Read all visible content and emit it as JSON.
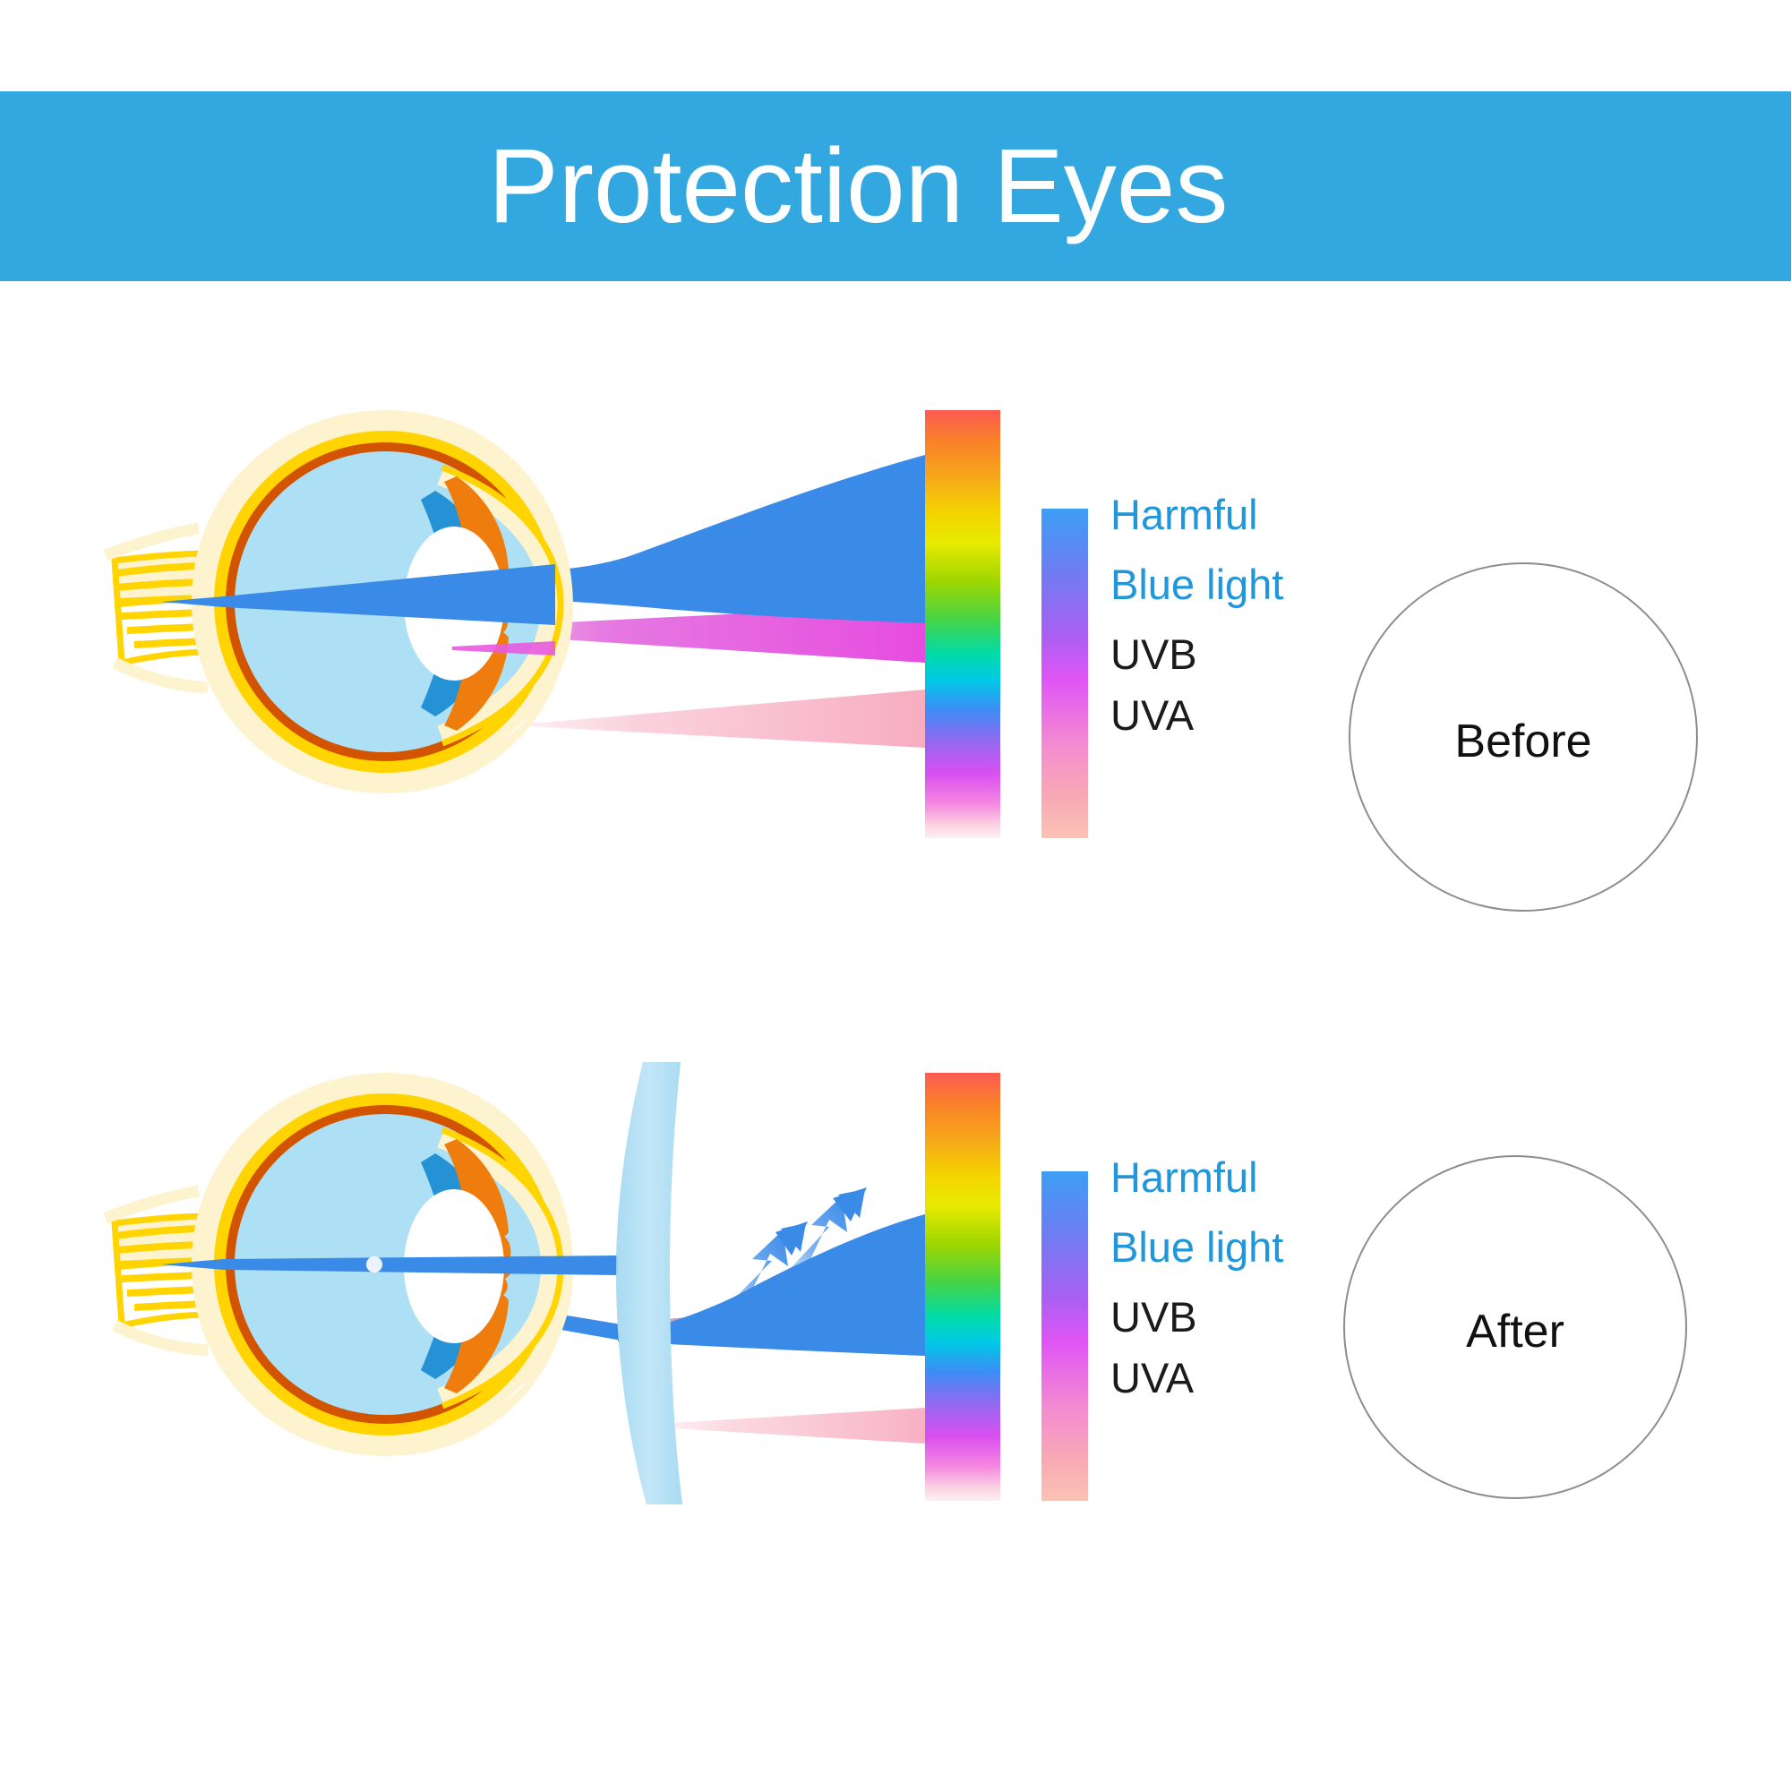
{
  "header": {
    "title": "Protection Eyes",
    "band_color": "#33a8e0",
    "title_color": "#ffffff"
  },
  "palette": {
    "accent_blue": "#2196d8",
    "beam_blue": "#3a8ae8",
    "beam_magenta": "#e85ae0",
    "beam_pink": "#f7b6c8",
    "sclera_yellow": "#ffd400",
    "cornea_cream": "#fdf3cf",
    "choroid_red": "#d35400",
    "vitreous_blue": "#addff5",
    "iris_orange": "#ef7d0e",
    "ciliary_blue": "#2492d4",
    "lens_white": "#ffffff",
    "eyeglass_lens": "#b5dff2",
    "circle_outline": "#8d8d8d",
    "text_black": "#1b1b1b"
  },
  "spectrum_bar": {
    "name": "full-spectrum-bar",
    "stops": [
      "#fc5a52",
      "#f9802a",
      "#f7a41c",
      "#f4d400",
      "#e8ea00",
      "#9ed600",
      "#45d447",
      "#00dba8",
      "#00c9e6",
      "#3d8cf5",
      "#9a66f0",
      "#d94ff0",
      "#f588e0",
      "#fbd3e2",
      "#fdf0f2"
    ]
  },
  "uv_bar": {
    "name": "uv-intensity-bar",
    "stops": [
      "#3d9ef5",
      "#6b7ef2",
      "#a860f2",
      "#e055f5",
      "#f48cd0",
      "#f8aab4",
      "#fbc3b4"
    ]
  },
  "legend": {
    "items": [
      {
        "label": "Harmful",
        "style": "accent"
      },
      {
        "label": "Blue light",
        "style": "accent"
      },
      {
        "label": "UVB",
        "style": "plain"
      },
      {
        "label": "UVA",
        "style": "plain"
      }
    ]
  },
  "panels": [
    {
      "id": "before",
      "name": "unprotected-eye-panel",
      "result_label": "Before",
      "has_eyeglass_lens": false,
      "has_reflection_arrows": false,
      "beams": [
        {
          "name": "harmful-blue-light-beam",
          "color": "#3a8ae8",
          "blocked": false
        },
        {
          "name": "uvb-beam",
          "color": "#e85ae0",
          "blocked": false
        },
        {
          "name": "uva-beam",
          "color": "#f7b6c8",
          "blocked": false
        }
      ]
    },
    {
      "id": "after",
      "name": "protected-eye-panel",
      "result_label": "After",
      "has_eyeglass_lens": true,
      "has_reflection_arrows": true,
      "reflection_arrow_count": 2,
      "beams": [
        {
          "name": "harmful-blue-light-beam",
          "color": "#3a8ae8",
          "blocked": true
        },
        {
          "name": "uvb-beam",
          "color": "#e85ae0",
          "blocked": true
        },
        {
          "name": "uva-beam",
          "color": "#f7b6c8",
          "blocked": true
        }
      ]
    }
  ],
  "eye_anatomy": {
    "parts": [
      {
        "name": "optic-nerve",
        "color": "#ffd400"
      },
      {
        "name": "sclera",
        "color": "#fdf3cf"
      },
      {
        "name": "choroid",
        "color": "#d35400"
      },
      {
        "name": "retina",
        "color": "#ffd400"
      },
      {
        "name": "vitreous-body",
        "color": "#addff5"
      },
      {
        "name": "lens",
        "color": "#ffffff"
      },
      {
        "name": "iris",
        "color": "#ef7d0e"
      },
      {
        "name": "ciliary-body",
        "color": "#2492d4"
      },
      {
        "name": "cornea",
        "color": "#fdf3cf"
      }
    ]
  }
}
